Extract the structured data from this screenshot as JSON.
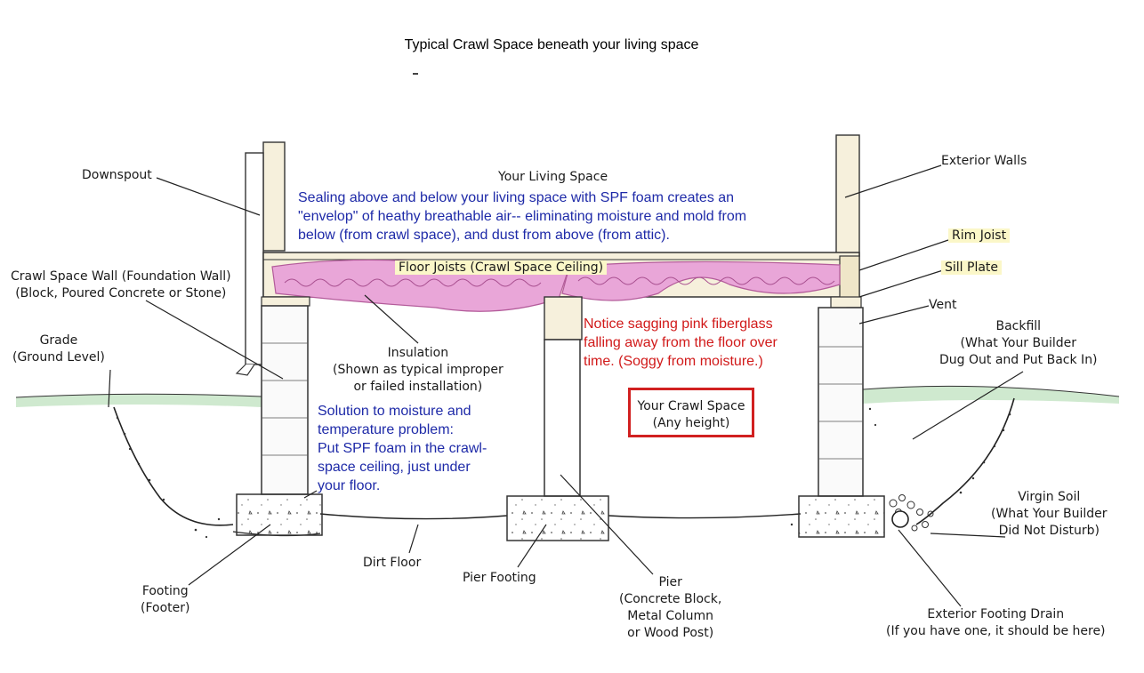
{
  "title": "Typical Crawl Space beneath your living space",
  "labels": {
    "downspout": "Downspout",
    "living_space": "Your Living Space",
    "exterior_walls": "Exterior Walls",
    "rim_joist": "Rim Joist",
    "sill_plate": "Sill Plate",
    "vent": "Vent",
    "floor_joists": "Floor Joists (Crawl Space Ceiling)",
    "crawl_wall": "Crawl Space Wall (Foundation Wall)\n(Block, Poured Concrete or Stone)",
    "grade": "Grade\n(Ground Level)",
    "insulation": "Insulation\n(Shown as typical improper\nor failed installation)",
    "backfill": "Backfill\n(What Your Builder\nDug Out and Put Back In)",
    "crawl_space": "Your Crawl Space\n(Any height)",
    "virgin_soil": "Virgin Soil\n(What Your Builder\nDid Not Disturb)",
    "dirt_floor": "Dirt Floor",
    "pier_footing": "Pier Footing",
    "footing": "Footing\n(Footer)",
    "pier": "Pier\n(Concrete Block,\nMetal Column\nor Wood Post)",
    "footing_drain": "Exterior Footing Drain\n(If you have one, it should be here)"
  },
  "notes": {
    "sealing": "Sealing above and below your living space with SPF foam creates an\n\"envelop\" of heathy breathable air-- eliminating moisture and mold from\nbelow (from crawl space), and dust from above (from attic).",
    "sagging": "Notice sagging pink fiberglass\nfalling away from the floor over\ntime. (Soggy from moisture.)",
    "solution": "Solution to moisture and\ntemperature problem:\nPut SPF foam in the crawl-\nspace ceiling, just under\nyour floor."
  },
  "colors": {
    "note_blue": "#1e2aa8",
    "note_red": "#d11a1a",
    "insulation_pink": "#e9a6d8",
    "grass_green": "#cfe9cf",
    "lumber": "#f6f0dc",
    "label_highlight": "#fbf7c8"
  }
}
